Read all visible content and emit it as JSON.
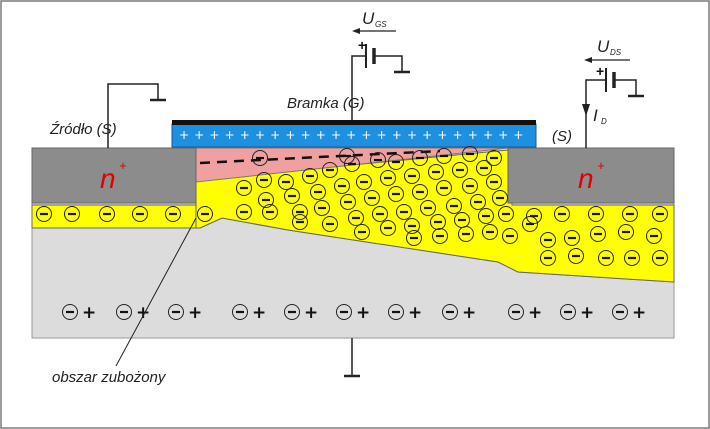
{
  "labels": {
    "ugs_main": "U",
    "ugs_sub": "GS",
    "uds_main": "U",
    "uds_sub": "DS",
    "id_main": "I",
    "id_sub": "D",
    "gate": "Bramka (G)",
    "source": "Źródło (S)",
    "drain": "(S)",
    "n_left": "n",
    "n_right": "n",
    "n_sup": "+",
    "depletion": "obszar zubożony",
    "plus": "+",
    "minus": "−"
  },
  "colors": {
    "frame": "#7a7a7a",
    "substrate": "#dcdcdc",
    "n_region": "#8c8c8c",
    "depletion": "#ffff00",
    "channel": "#f0a0a0",
    "gate_oxide": "#1e90e0",
    "gate_metal": "#111111",
    "n_text": "#e00000",
    "wire": "#222222"
  },
  "gate_charge_count": 23,
  "bulk_pairs_count": 11
}
